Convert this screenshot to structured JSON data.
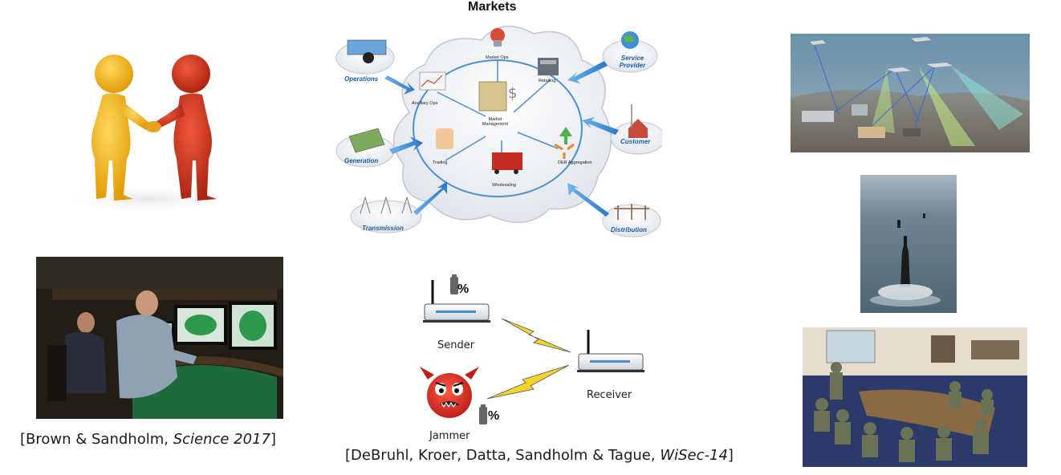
{
  "markets": {
    "title": "Markets",
    "center": "Market Management",
    "inner": {
      "market_ops": "Market Ops",
      "retailing": "Retailing",
      "ancillary_ops": "Ancillary Ops",
      "trading": "Trading",
      "wholesaling": "Wholesaling",
      "der_aggregation": "DER Aggregation"
    },
    "nodes": {
      "operations": "Operations",
      "service_provider": "Service Provider",
      "customer": "Customer",
      "generation": "Generation",
      "transmission": "Transmission",
      "distribution": "Distribution"
    }
  },
  "jamming": {
    "sender": "Sender",
    "receiver": "Receiver",
    "jammer": "Jammer",
    "battery_symbol": "%"
  },
  "citations": {
    "poker_pre": "[Brown & Sandholm, ",
    "poker_em": "Science 2017",
    "poker_post": "]",
    "wisec_pre": "[DeBruhl, Kroer, Datta, Sandholm & Tague, ",
    "wisec_em": "WiSec-14",
    "wisec_post": "]"
  },
  "colors": {
    "node_label": "#1c5aa8",
    "arrow": "#3f8fd8",
    "jammer_red": "#e0342a",
    "bolt": "#f2d42a"
  },
  "icons": [
    "handshake-figures",
    "poker-players-photo",
    "wireless-router-icon",
    "battery-icon",
    "lightning-bolt-icon",
    "jammer-devil-icon",
    "drone-surveillance-image",
    "submarine-photo",
    "military-briefing-photo"
  ]
}
